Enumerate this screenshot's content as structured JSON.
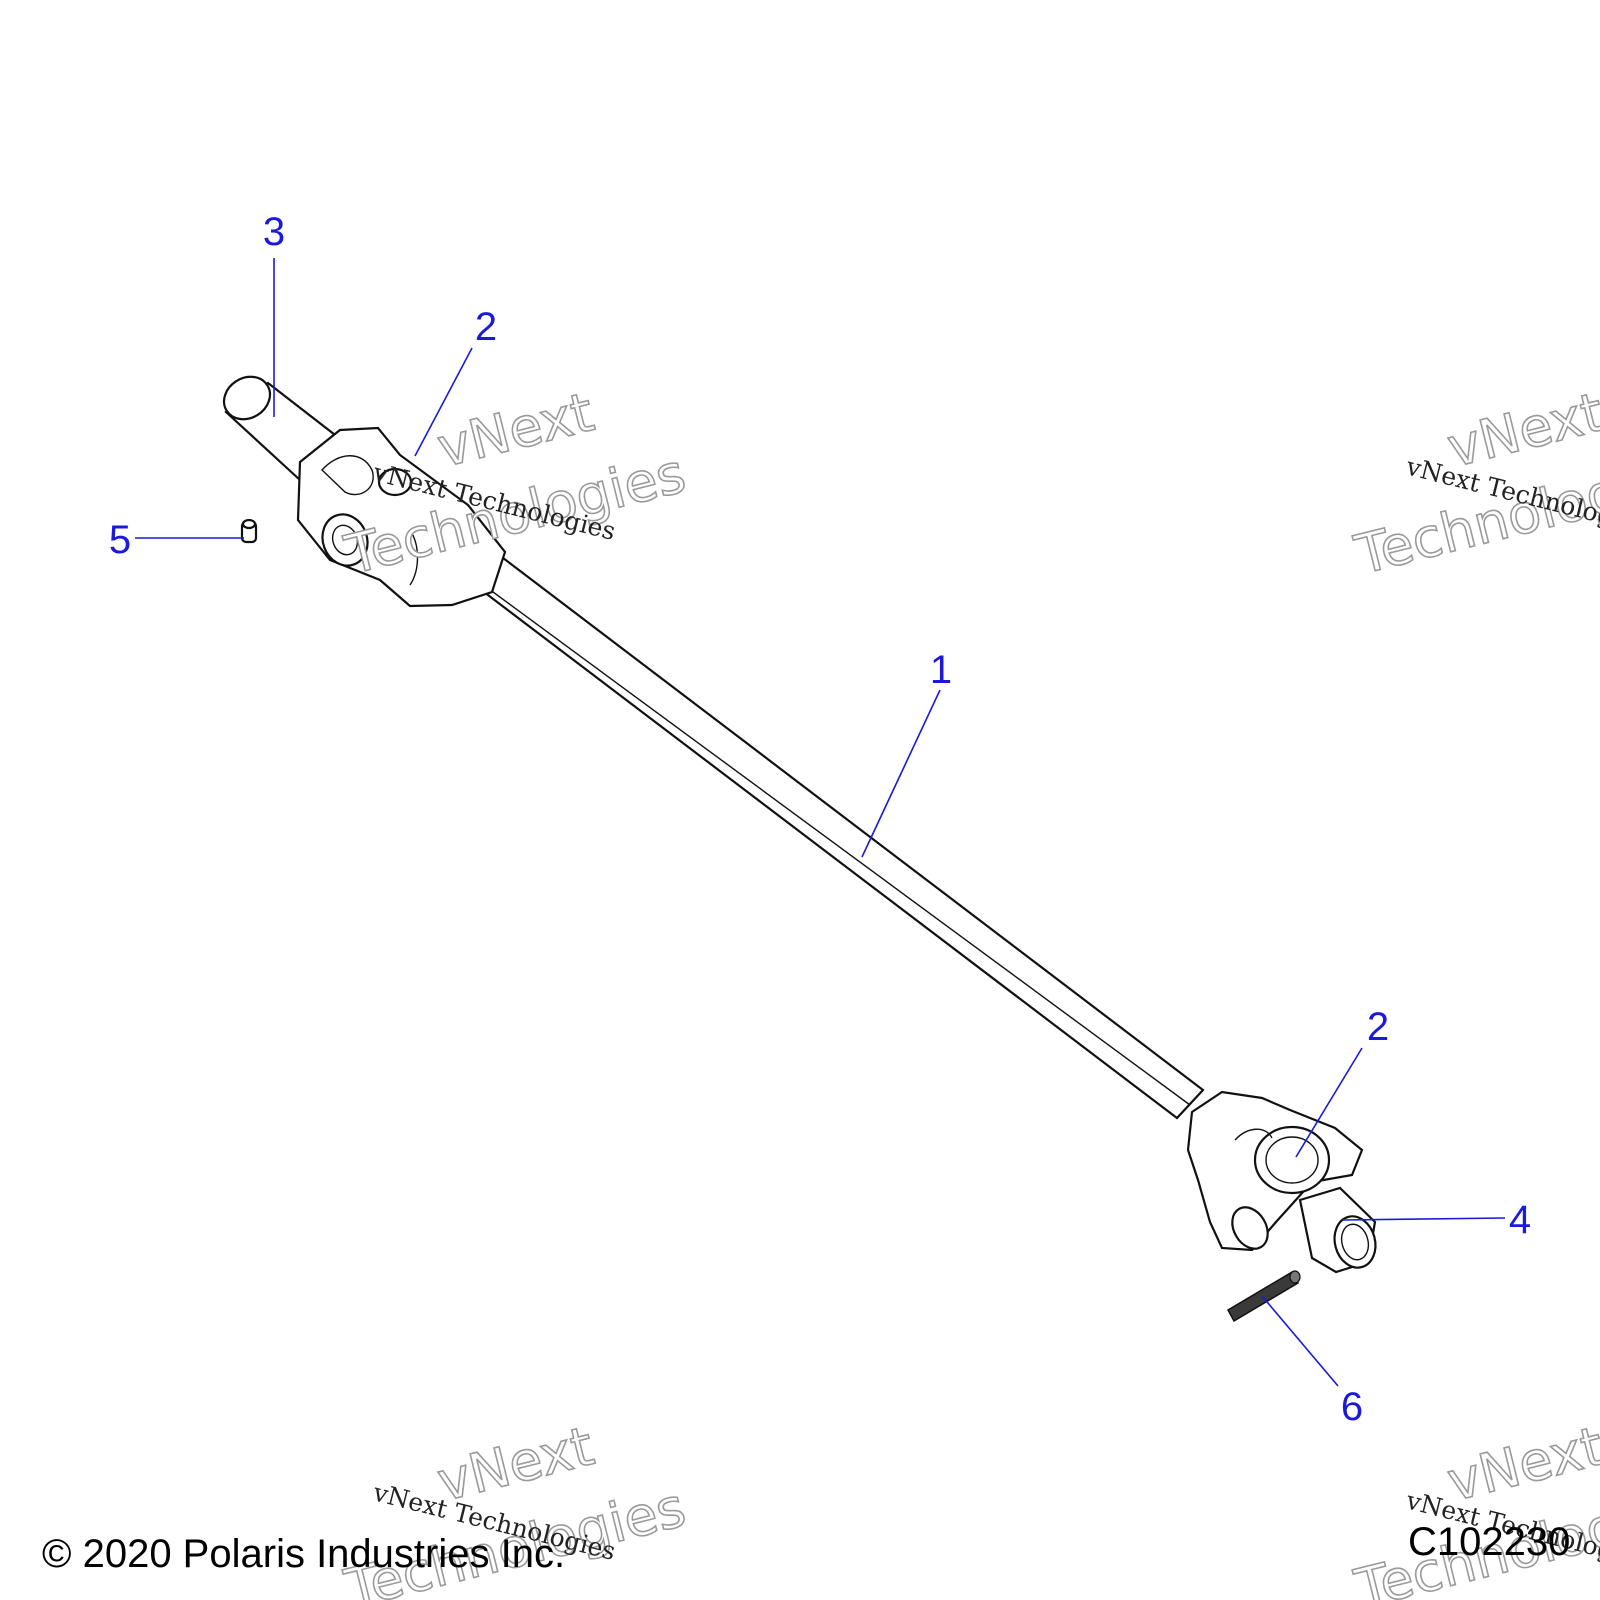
{
  "callouts": {
    "c1": "1",
    "c2a": "2",
    "c2b": "2",
    "c3": "3",
    "c4": "4",
    "c5": "5",
    "c6": "6"
  },
  "watermark": {
    "small": "vNext Technologies",
    "big_line1": "vNext",
    "big_line2": "Technologies"
  },
  "footer": {
    "copyright": "© 2020 Polaris Industries Inc.",
    "diagram_id": "C102230"
  },
  "colors": {
    "callout": "#1a1ad8",
    "linework": "#111111",
    "background": "#ffffff"
  }
}
